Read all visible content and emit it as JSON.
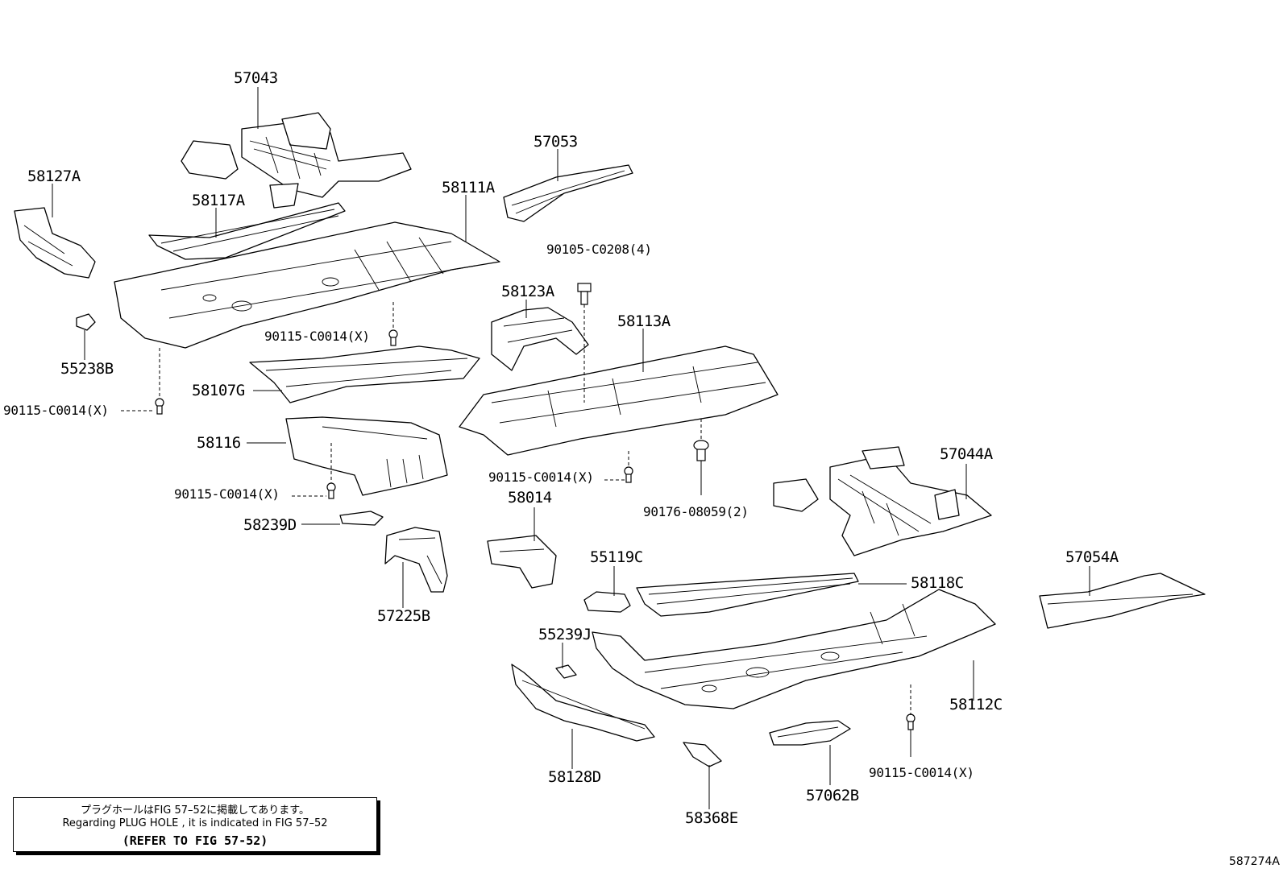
{
  "labels": {
    "p57043": "57043",
    "p58127A": "58127A",
    "p58117A": "58117A",
    "p58111A": "58111A",
    "p57053": "57053",
    "p90105": "90105-C0208(4)",
    "p58123A": "58123A",
    "p58113A": "58113A",
    "p55238B": "55238B",
    "p90115a": "90115-C0014(X)",
    "p90115b": "90115-C0014(X)",
    "p58107G": "58107G",
    "p58116": "58116",
    "p90115c": "90115-C0014(X)",
    "p90115d": "90115-C0014(X)",
    "p58014": "58014",
    "p90176": "90176-08059(2)",
    "p57044A": "57044A",
    "p58239D": "58239D",
    "p55119C": "55119C",
    "p57054A": "57054A",
    "p58118C": "58118C",
    "p57225B": "57225B",
    "p55239J": "55239J",
    "p58112C": "58112C",
    "p58128D": "58128D",
    "p90115e": "90115-C0014(X)",
    "p57062B": "57062B",
    "p58368E": "58368E"
  },
  "note": {
    "line1": "プラグホールはFIG 57–52に掲載してあります。",
    "line2": "Regarding  PLUG  HOLE , it is indicated in FIG  57–52",
    "line3": "(REFER TO FIG 57-52)"
  },
  "figure_id": "587274A"
}
